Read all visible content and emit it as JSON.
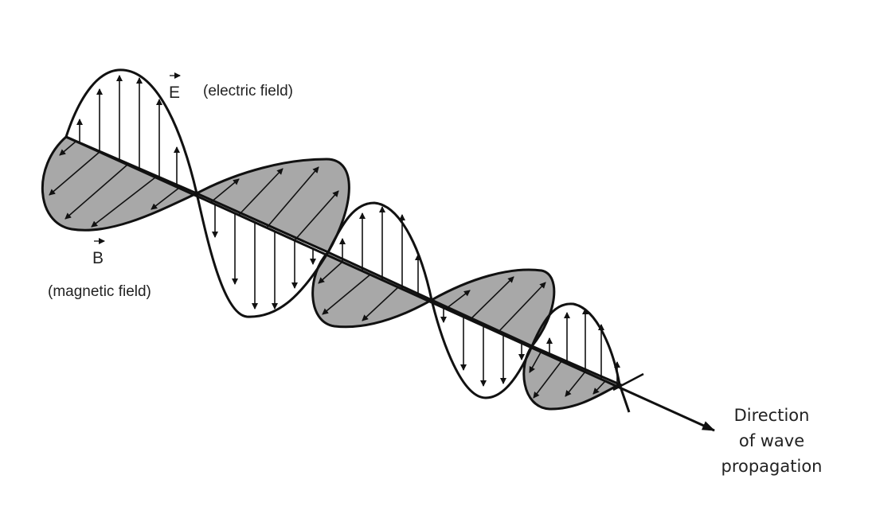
{
  "labels": {
    "e_symbol": "E",
    "e_text": "(electric field)",
    "b_symbol": "B",
    "b_text": "(magnetic field)",
    "direction_lines": [
      "Direction",
      "of wave",
      "propagation"
    ]
  },
  "colors": {
    "stroke": "#111111",
    "magnetic_fill": "#a8a8a8"
  }
}
